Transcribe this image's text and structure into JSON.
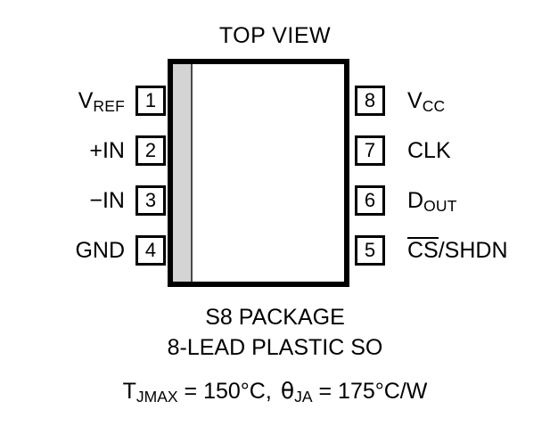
{
  "diagram": {
    "title": "TOP VIEW",
    "package_body": {
      "fill_color": "#ffffff",
      "border_color": "#000000",
      "pin1_band_color": "#d4d4d4"
    },
    "pins_left": [
      {
        "number": "1",
        "label_main": "V",
        "label_sub": "REF",
        "overbar": false
      },
      {
        "number": "2",
        "label_main": "+IN",
        "label_sub": "",
        "overbar": false
      },
      {
        "number": "3",
        "label_main": "−IN",
        "label_sub": "",
        "overbar": false
      },
      {
        "number": "4",
        "label_main": "GND",
        "label_sub": "",
        "overbar": false
      }
    ],
    "pins_right": [
      {
        "number": "8",
        "label_main": "V",
        "label_sub": "CC",
        "overbar": false
      },
      {
        "number": "7",
        "label_main": "CLK",
        "label_sub": "",
        "overbar": false
      },
      {
        "number": "6",
        "label_main": "D",
        "label_sub": "OUT",
        "overbar": false
      },
      {
        "number": "5",
        "label_overbar": "CS",
        "label_main": "/SHDN",
        "label_sub": "",
        "overbar": true
      }
    ],
    "captions": {
      "package_name": "S8 PACKAGE",
      "lead_description": "8-LEAD PLASTIC SO"
    },
    "thermal": {
      "tjmax_symbol": "T",
      "tjmax_sub": "JMAX",
      "tjmax_value": " = 150°C,",
      "theta_symbol": "θ",
      "theta_sub": "JA",
      "theta_value": " = 175°C/W"
    }
  }
}
